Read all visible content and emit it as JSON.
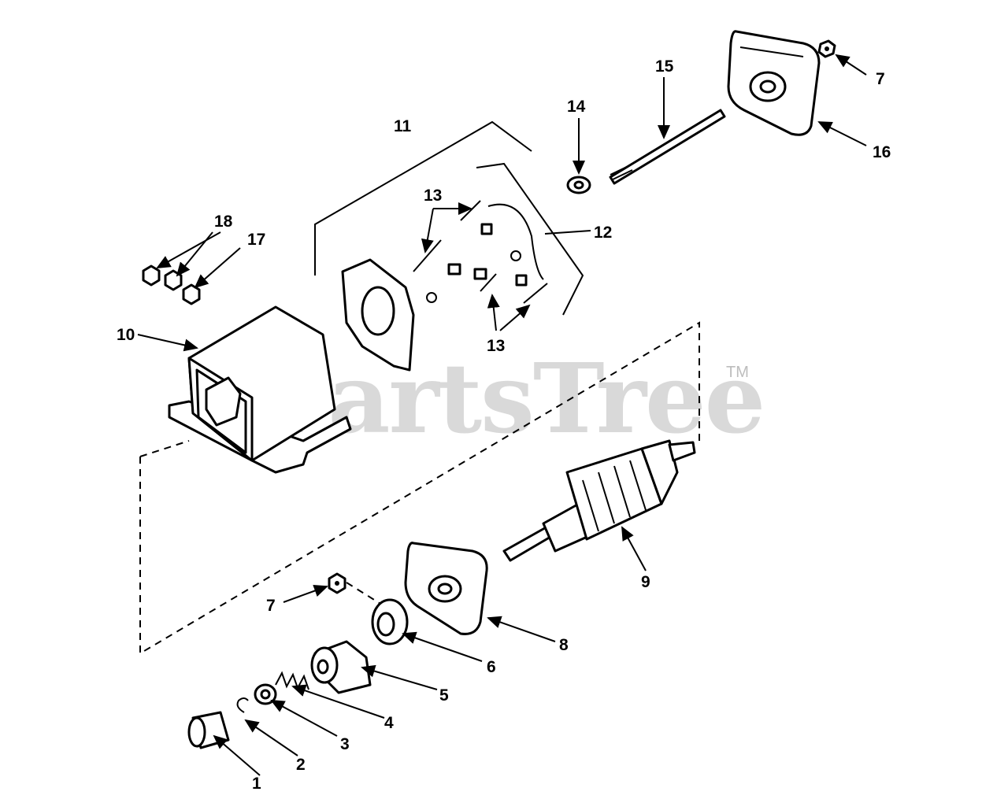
{
  "watermark": {
    "text": "PartsTree",
    "mark": "TM"
  },
  "callouts": [
    {
      "id": "1",
      "text": "1"
    },
    {
      "id": "2",
      "text": "2"
    },
    {
      "id": "3",
      "text": "3"
    },
    {
      "id": "4",
      "text": "4"
    },
    {
      "id": "5",
      "text": "5"
    },
    {
      "id": "6",
      "text": "6"
    },
    {
      "id": "7a",
      "text": "7"
    },
    {
      "id": "7b",
      "text": "7"
    },
    {
      "id": "8",
      "text": "8"
    },
    {
      "id": "9",
      "text": "9"
    },
    {
      "id": "10",
      "text": "10"
    },
    {
      "id": "11",
      "text": "11"
    },
    {
      "id": "12",
      "text": "12"
    },
    {
      "id": "13a",
      "text": "13"
    },
    {
      "id": "13b",
      "text": "13"
    },
    {
      "id": "14",
      "text": "14"
    },
    {
      "id": "15",
      "text": "15"
    },
    {
      "id": "16",
      "text": "16"
    },
    {
      "id": "17",
      "text": "17"
    },
    {
      "id": "18",
      "text": "18"
    }
  ]
}
